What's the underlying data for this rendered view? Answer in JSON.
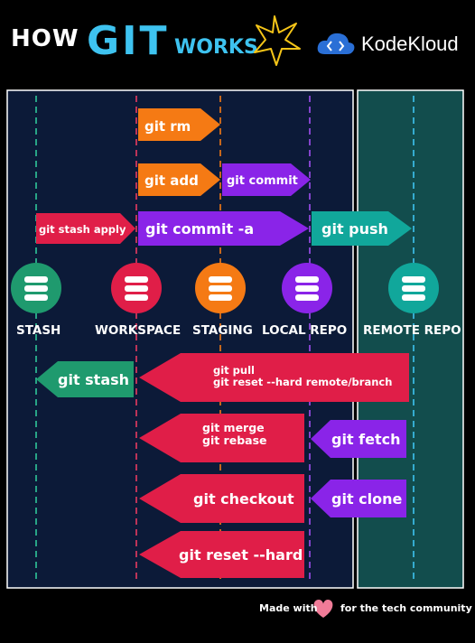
{
  "header": {
    "how": "HOW",
    "git": "GIT",
    "works": "WORKS",
    "brand": "KodeKloud"
  },
  "locations": {
    "stash": "STASH",
    "workspace": "WORKSPACE",
    "staging": "STAGING",
    "local_repo": "LOCAL REPO",
    "remote_repo": "REMOTE REPO"
  },
  "commands": {
    "git_rm": "git rm",
    "git_add": "git add",
    "git_commit": "git commit",
    "git_stash_apply": "git stash apply",
    "git_commit_a": "git commit -a",
    "git_push": "git push",
    "git_stash": "git stash",
    "git_pull": "git pull",
    "git_reset_hard_remote": "git reset --hard remote/branch",
    "git_merge": "git merge",
    "git_rebase": "git rebase",
    "git_fetch": "git fetch",
    "git_checkout": "git checkout",
    "git_clone": "git clone",
    "git_reset_hard": "git reset --hard"
  },
  "footer": {
    "made_with": "Made with",
    "tech": "for the tech community"
  },
  "colors": {
    "orange": "#f57a14",
    "purple": "#8a24e8",
    "red": "#e01e48",
    "green": "#1f9a6e",
    "teal_panel": "#124d4d",
    "navy_panel": "#0c1a38",
    "cyan": "#3ec3f0"
  }
}
